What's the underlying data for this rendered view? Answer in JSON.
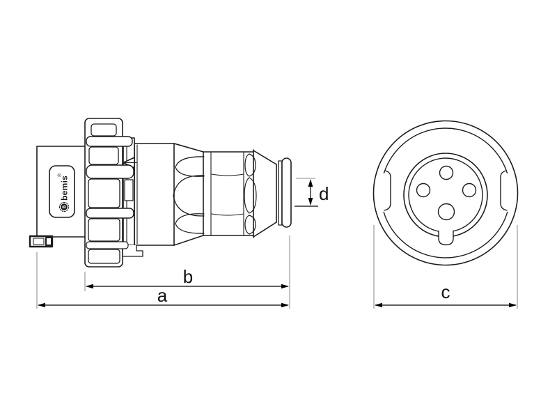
{
  "figure": {
    "background": "#ffffff",
    "line_color": "#1d1d1d",
    "dimension_line_color": "#000000",
    "extension_line_color": "#8f8f8f"
  },
  "brand": {
    "name": "bemis",
    "reg_mark": "®",
    "logo_letter": "B",
    "logo_icon": "gear-logo"
  },
  "side_view": {
    "grip_slots": 5,
    "gland_petals": 3
  },
  "front_view": {
    "pin_holes": 4,
    "keyway_notches": 2
  },
  "dimensions": {
    "a": "a",
    "b": "b",
    "c": "c",
    "d": "d"
  }
}
